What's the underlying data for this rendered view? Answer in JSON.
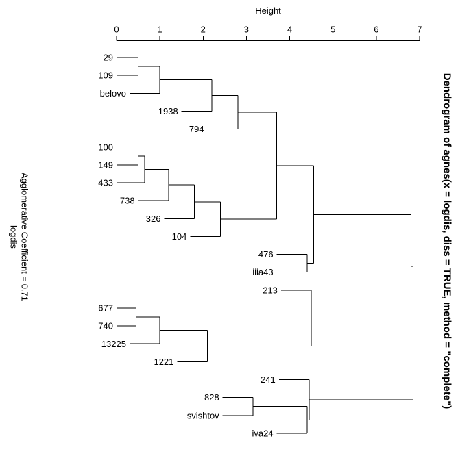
{
  "chart_data": {
    "type": "dendrogram",
    "title": "Dendrogram of  agnes(x = logdis, diss = TRUE, method = \"complete\")",
    "axis_label": "Height",
    "xlabel": "logdis",
    "subtitle": "Agglomerative Coefficient = 0.71",
    "orientation": "horizontal-leaves-left",
    "axis_ticks": [
      0,
      1,
      2,
      3,
      4,
      5,
      6,
      7
    ],
    "axis_range": [
      0,
      7
    ],
    "hang": 0.7,
    "leaves_order": [
      "29",
      "109",
      "belovo",
      "1938",
      "794",
      "100",
      "149",
      "433",
      "738",
      "326",
      "104",
      "476",
      "iiia43",
      "213",
      "677",
      "740",
      "13225",
      "1221",
      "241",
      "828",
      "svishtov",
      "iva24"
    ],
    "tree": {
      "h": 6.85,
      "children": [
        {
          "h": 6.8,
          "children": [
            {
              "h": 4.55,
              "children": [
                {
                  "h": 3.7,
                  "children": [
                    {
                      "h": 2.8,
                      "children": [
                        {
                          "h": 2.2,
                          "children": [
                            {
                              "h": 1.0,
                              "children": [
                                {
                                  "h": 0.5,
                                  "children": [
                                    {
                                      "leaf": "29"
                                    },
                                    {
                                      "leaf": "109"
                                    }
                                  ]
                                },
                                {
                                  "leaf": "belovo"
                                }
                              ]
                            },
                            {
                              "leaf": "1938"
                            }
                          ]
                        },
                        {
                          "leaf": "794"
                        }
                      ]
                    },
                    {
                      "h": 2.4,
                      "children": [
                        {
                          "h": 1.8,
                          "children": [
                            {
                              "h": 1.2,
                              "children": [
                                {
                                  "h": 0.65,
                                  "children": [
                                    {
                                      "h": 0.5,
                                      "children": [
                                        {
                                          "leaf": "100"
                                        },
                                        {
                                          "leaf": "149"
                                        }
                                      ]
                                    },
                                    {
                                      "leaf": "433"
                                    }
                                  ]
                                },
                                {
                                  "leaf": "738"
                                }
                              ]
                            },
                            {
                              "leaf": "326"
                            }
                          ]
                        },
                        {
                          "leaf": "104"
                        }
                      ]
                    }
                  ]
                },
                {
                  "h": 4.4,
                  "children": [
                    {
                      "leaf": "476"
                    },
                    {
                      "leaf": "iiia43"
                    }
                  ]
                }
              ]
            },
            {
              "h": 4.5,
              "children": [
                {
                  "leaf": "213"
                },
                {
                  "h": 2.1,
                  "children": [
                    {
                      "h": 1.0,
                      "children": [
                        {
                          "h": 0.45,
                          "children": [
                            {
                              "leaf": "677"
                            },
                            {
                              "leaf": "740"
                            }
                          ]
                        },
                        {
                          "leaf": "13225"
                        }
                      ]
                    },
                    {
                      "leaf": "1221"
                    }
                  ]
                }
              ]
            }
          ]
        },
        {
          "h": 4.45,
          "children": [
            {
              "leaf": "241"
            },
            {
              "h": 4.4,
              "children": [
                {
                  "h": 3.15,
                  "children": [
                    {
                      "leaf": "828"
                    },
                    {
                      "leaf": "svishtov"
                    }
                  ]
                },
                {
                  "leaf": "iva24"
                }
              ]
            }
          ]
        }
      ]
    }
  }
}
